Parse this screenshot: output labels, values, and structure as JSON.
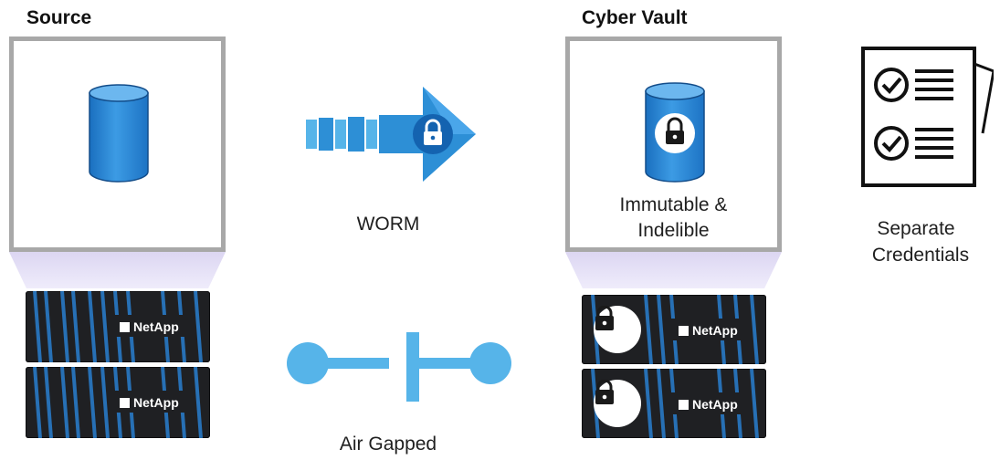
{
  "source": {
    "title": "Source",
    "brand": "NetApp"
  },
  "transfer": {
    "worm_label": "WORM",
    "airgap_label": "Air Gapped"
  },
  "vault": {
    "title": "Cyber Vault",
    "immutable_line1": "Immutable &",
    "immutable_line2": "Indelible",
    "brand": "NetApp"
  },
  "credentials": {
    "line1": "Separate",
    "line2": "Credentials"
  },
  "colors": {
    "accent_blue": "#2d8fd6",
    "light_blue": "#56b4e9",
    "box_gray": "#a8a8a8",
    "projection_lavender": "#dcd6f2",
    "rack_dark": "#1f2023"
  },
  "icons": [
    "database-icon",
    "lock-icon",
    "arrow-icon",
    "checklist-icon",
    "air-gap-icon",
    "netapp-logo"
  ]
}
